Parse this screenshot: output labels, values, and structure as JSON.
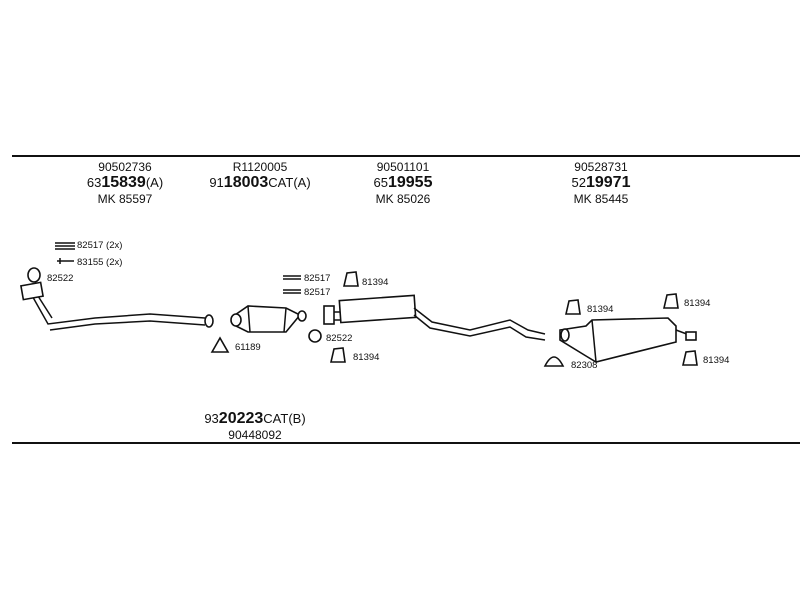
{
  "header_parts": [
    {
      "ref": "90502736",
      "prefix": "63",
      "main": "15839",
      "suffix": "(A)",
      "mk": "MK  85597"
    },
    {
      "ref": "R1120005",
      "prefix": "91",
      "main": "18003",
      "suffix": "CAT(A)",
      "mk": ""
    },
    {
      "ref": "90501101",
      "prefix": "65",
      "main": "19955",
      "suffix": "",
      "mk": "MK  85026"
    },
    {
      "ref": "90528731",
      "prefix": "52",
      "main": "19971",
      "suffix": "",
      "mk": "MK  85445"
    }
  ],
  "footer_part": {
    "prefix": "93",
    "main": "20223",
    "suffix": "CAT(B)",
    "ref": "90448092"
  },
  "callouts": {
    "bolts_front": "82517 (2x)",
    "clamp_front": "83155 (2x)",
    "gasket_front": "82522",
    "ring_cat": "61189",
    "bolts_cat_1": "82517",
    "bolts_cat_2": "82517",
    "mount_mid": "81394",
    "gasket_mid": "82522",
    "mount_mid_low": "81394",
    "mount_rear_1": "81394",
    "mount_rear_2": "81394",
    "clamp_rear": "82308",
    "mount_rear_3": "81394"
  }
}
